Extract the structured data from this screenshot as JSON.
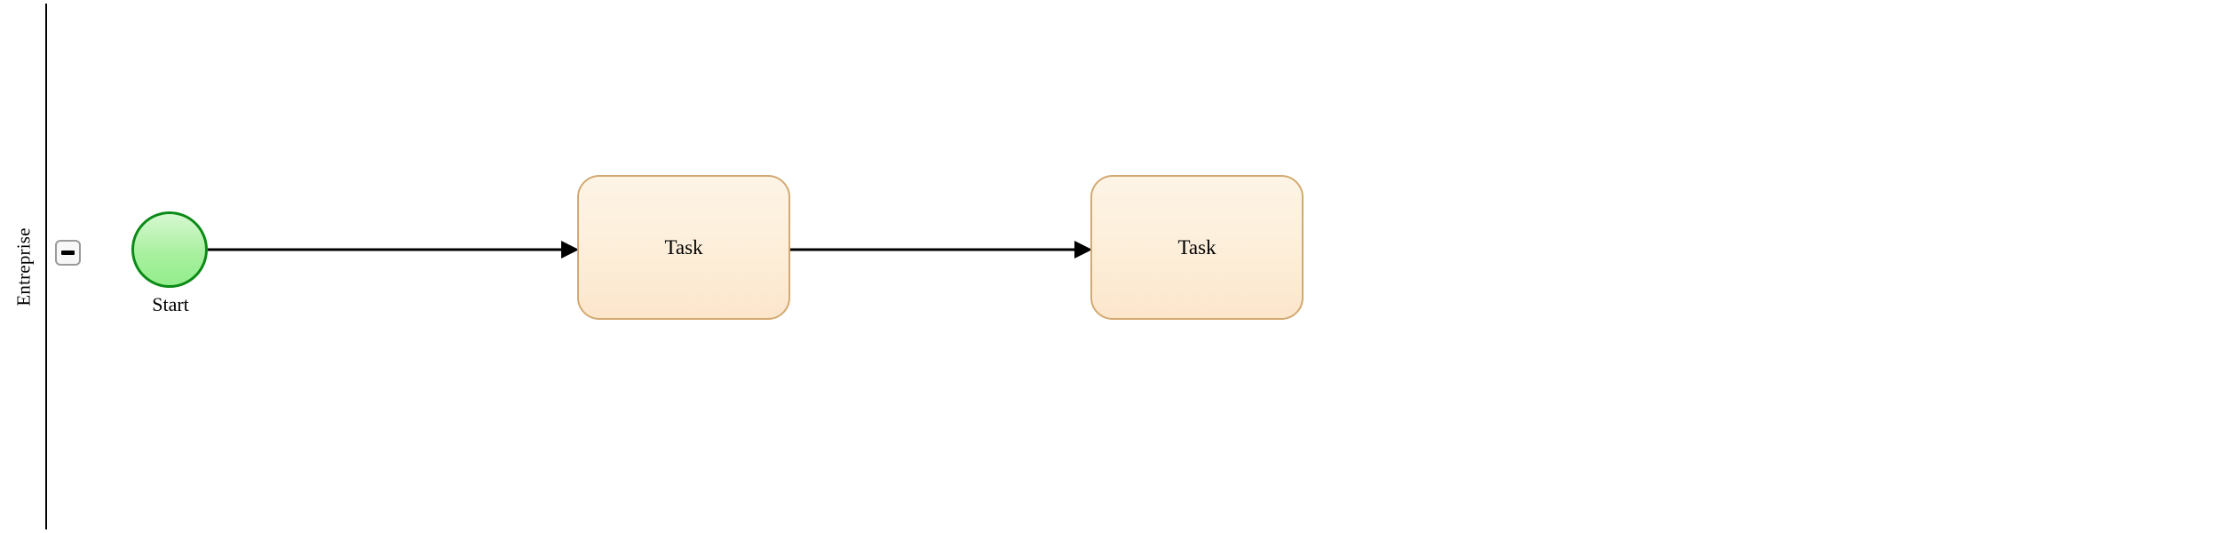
{
  "diagram": {
    "type": "bpmn-process",
    "notation": "BPMN 2.0",
    "background_color": "#ffffff"
  },
  "pool": {
    "name": "Entreprise",
    "border_color": "#000000",
    "background_color": "#ffffff",
    "collapse_toggle": {
      "icon": "minus-icon",
      "state": "expanded",
      "border_color": "#9a9a9a",
      "fill_color": "#f7f7f7"
    }
  },
  "nodes": [
    {
      "id": "start-event",
      "type": "start-event",
      "shape": "circle",
      "label": "Start",
      "label_position": "below",
      "fill_color": "#a9f0a0",
      "border_color": "#0b8a16"
    },
    {
      "id": "task-1",
      "type": "task",
      "shape": "rounded-rectangle",
      "label": "Task",
      "fill_color": "#fdeed9",
      "border_color": "#d3a971"
    },
    {
      "id": "task-2",
      "type": "task",
      "shape": "rounded-rectangle",
      "label": "Task",
      "fill_color": "#fdeed9",
      "border_color": "#d3a971"
    }
  ],
  "flows": [
    {
      "id": "flow-1",
      "type": "sequence-flow",
      "source": "start-event",
      "target": "task-1",
      "label": "",
      "color": "#000000",
      "arrowhead": "filled-triangle"
    },
    {
      "id": "flow-2",
      "type": "sequence-flow",
      "source": "task-1",
      "target": "task-2",
      "label": "",
      "color": "#000000",
      "arrowhead": "filled-triangle"
    }
  ]
}
